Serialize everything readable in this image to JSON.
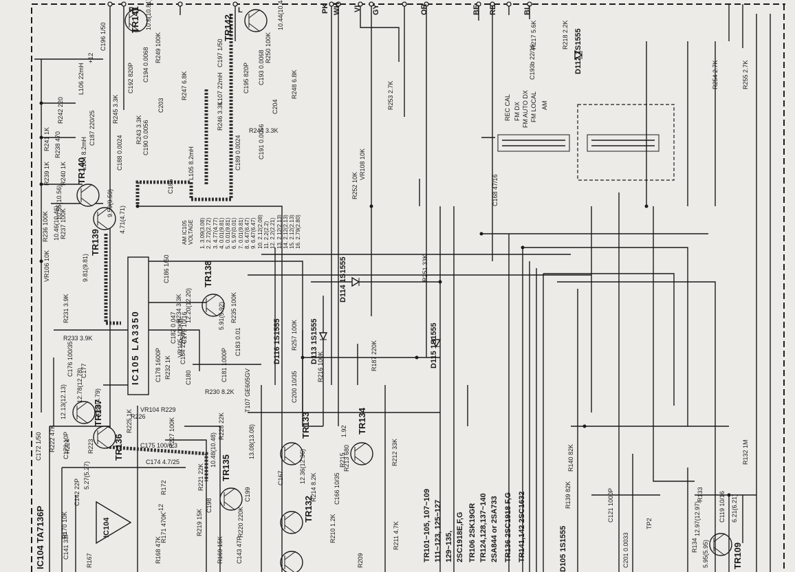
{
  "bus_labels": [
    "R",
    "L",
    "PK",
    "WH",
    "VI",
    "GY",
    "OR",
    "BE",
    "RE",
    "BL"
  ],
  "transistors": [
    "TR141",
    "TR142",
    "TR140",
    "TR139",
    "TR138",
    "TR137",
    "TR136",
    "TR135",
    "TR133",
    "TR134",
    "TR132",
    "TR109"
  ],
  "ics": [
    "IC105 LA3350",
    "IC104 TA7136P",
    "IC104"
  ],
  "coils": [
    "L106 22mH",
    "L104 8.2mH",
    "L107 22mH",
    "L105 8.2mH",
    "T107 GE605GV"
  ],
  "variable_resistors": [
    "VR108 10K",
    "VR106 10K",
    "VR105 100KB",
    "VR104 R229"
  ],
  "diodes": [
    "D112 1S1555",
    "D114 1S1555",
    "D116 1S1555",
    "D113 1S1555",
    "D115 1S1555",
    "D105 1S1555"
  ],
  "resistors": [
    "R249 100K",
    "R250 100K",
    "R247 6.8K",
    "R248 6.8K",
    "R245 3.3K",
    "R246 3.3K",
    "R243 3.3K",
    "R244 3.3K",
    "R242 220",
    "R241 1K",
    "R239 1K",
    "R240 1K",
    "R238 470",
    "R237 100K",
    "R236 100K",
    "R233 3.9K",
    "R231 3.9K",
    "R235 100K",
    "R234 3.3K",
    "R232 1K",
    "R230 8.2K",
    "R227 100K",
    "R226",
    "R225 1K",
    "R224",
    "R223",
    "R222 47K",
    "R221 22K",
    "R228 22K",
    "R219 15K",
    "R220 220K",
    "R218 2.2K",
    "R217 5.6K",
    "R216 100K",
    "R215",
    "R257 100K",
    "R187 220K",
    "R252 10K",
    "R253 2.7K",
    "R254 2.7K",
    "R255 2.7K",
    "R251 33K",
    "R212 33K",
    "R213 680",
    "R214 8.2K",
    "R210 1.2K",
    "R211 4.7K",
    "R209",
    "R167",
    "R168 47K",
    "R169 15K",
    "R170 10K",
    "R171 470K",
    "R172",
    "R132 1M",
    "R133",
    "R134",
    "R139 82K",
    "R140 82K"
  ],
  "capacitors": [
    "C196 1/50",
    "C197 1/50",
    "C194 0.0068",
    "C193 0.0068",
    "C192 820P",
    "C195 820P",
    "C190 0.0056",
    "C191 0.0056",
    "C188 0.0024",
    "C189 0.0024",
    "C187 220/25",
    "C186 1/50",
    "C185",
    "C203",
    "C204",
    "C183 0.01",
    "C182 0.047",
    "C181 1000P",
    "C184 22/50",
    "C180",
    "C179 10/16",
    "C178 1600P",
    "C177",
    "C176 100/35",
    "C175 100/6.3",
    "C174 4.7/25",
    "C173 10P",
    "C172 1/50",
    "C200 10/35",
    "C199",
    "C198",
    "C142 22P",
    "C141 33P",
    "C143 47P",
    "C166 10/35",
    "C167",
    "C168 47/16",
    "C121 1000P",
    "C119 10/16",
    "C201 0.0033",
    "C193b 22/16"
  ],
  "switch_labels": [
    "REC CAL",
    "FM DX",
    "FM AUTO DX",
    "FM LOCAL",
    "AM"
  ],
  "voltage_table_title": "AM IC105\nVOLTAGE",
  "voltage_table": "1. 3.09(3.08)\n2. 2.72(2.72)\n3. 4.77(4.77)\n4. 0.01(9.81)\n5. 0.01(9.81)\n6. 5.97(0.01)\n7. 0.01(9.81)\n8. 6.47(6.47)\n9. 6.47(6.47)\n10. 2.12(2.08)\n11. 2.2(2.2)\n12. 2.2(2.21)\n13. 2.12(2.13)\n14. 2.12(2.13)\n15. 2.12(2.13)\n16. 2.79(2.80)",
  "voltages": [
    "10.6(10.81)",
    "10.44(10.44)",
    "10.55(10.56)",
    "10.46(10.46)",
    "9.81(9.81)",
    "9.59(9.59)",
    "4.71(4.71)",
    "5.91(5.92)",
    "12.78(12.78)",
    "12.13(12.13)",
    "4.80(4.79)",
    "12.20(12.20)",
    "13.08(13.08)",
    "12.36(12.36)",
    "12.97(12.97)",
    "10.48(10.48)",
    "1.92",
    "5.95(5.95)",
    "6.21(6.21)",
    "5.27(5.27)"
  ],
  "notes": {
    "n1": "TR101~105, 107~109",
    "n2": "111~123, 125~127",
    "n3": "129~135,",
    "n4": "2SC1918E,F,G",
    "n5": "TR106 2SK19GR",
    "n6": "TR124,128,137~140",
    "n7": "2SA844 or 2SA733",
    "n8": "TR136 2SC1918 F,G",
    "n9": "TR141,142 2SC1632"
  },
  "test_points": [
    "TP2"
  ],
  "supply": [
    "+12",
    "-12"
  ]
}
